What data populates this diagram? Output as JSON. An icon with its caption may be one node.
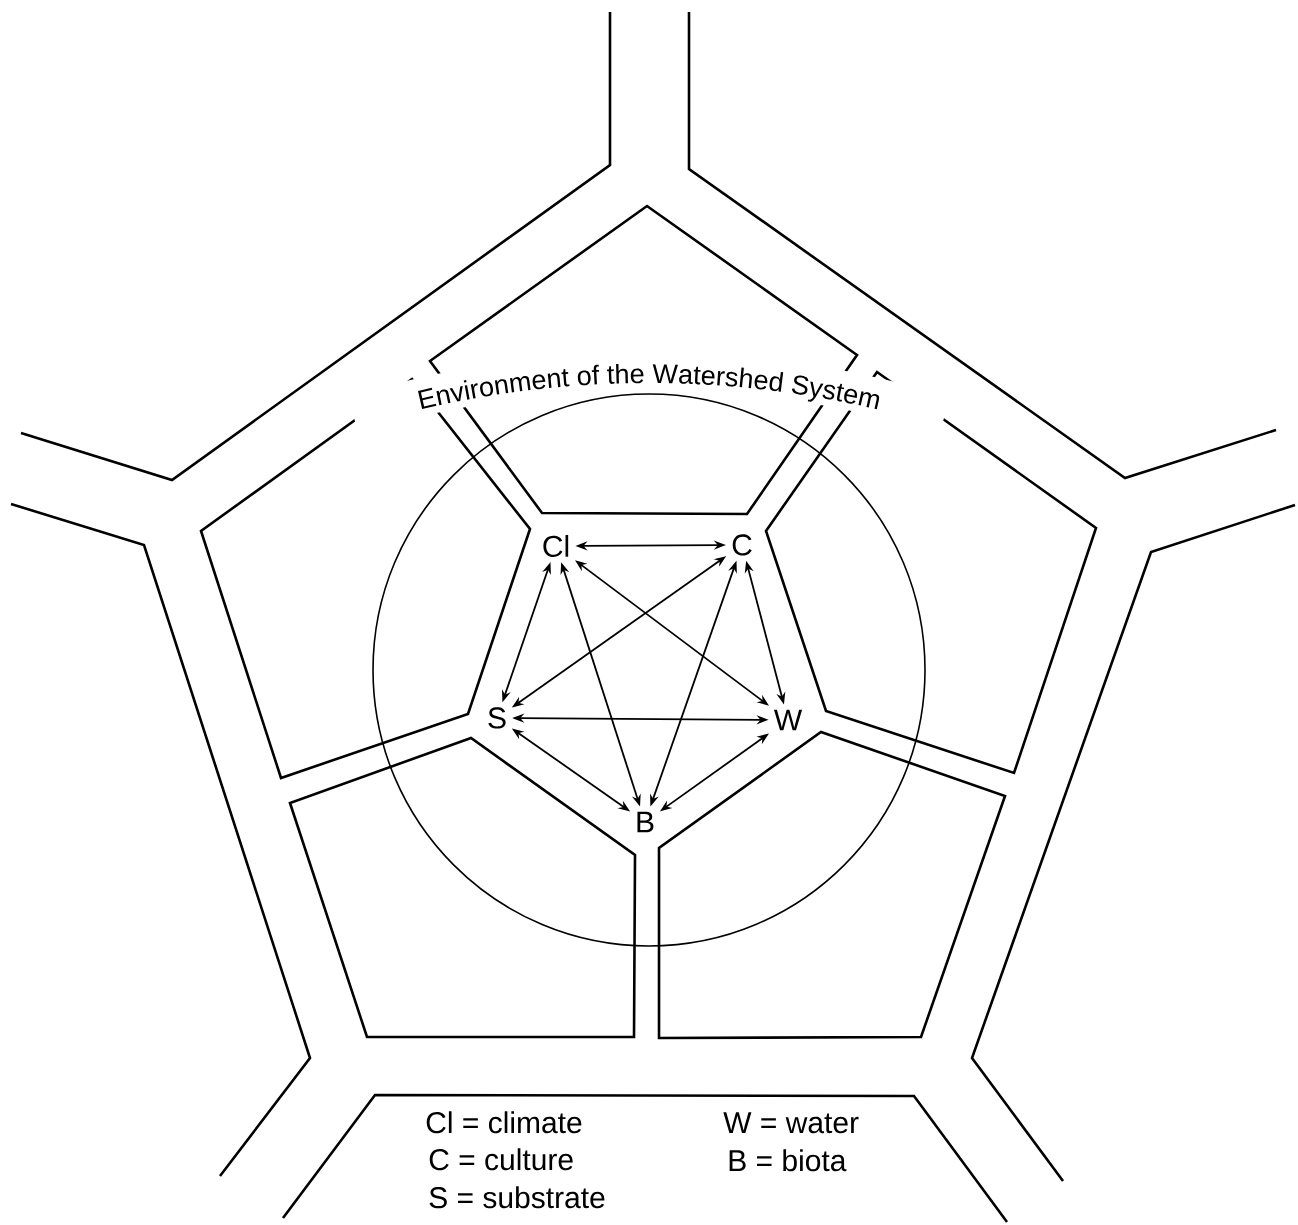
{
  "diagram": {
    "nodes": [
      {
        "text": [
          "Environment of the Watershed System"
        ]
      },
      {
        "text": [
          "Cl"
        ],
        "in": 0
      },
      {
        "text": [
          "C"
        ],
        "in": 0
      },
      {
        "text": [
          "S"
        ],
        "in": 0
      },
      {
        "text": [
          "W"
        ],
        "in": 0
      },
      {
        "text": [
          "B"
        ],
        "in": 0
      }
    ],
    "edges": [
      {
        "from": 1,
        "to": 2,
        "arrow": "both"
      },
      {
        "from": 1,
        "to": 3,
        "arrow": "both"
      },
      {
        "from": 1,
        "to": 4,
        "arrow": "both"
      },
      {
        "from": 1,
        "to": 5,
        "arrow": "both"
      },
      {
        "from": 2,
        "to": 3,
        "arrow": "both"
      },
      {
        "from": 2,
        "to": 4,
        "arrow": "both"
      },
      {
        "from": 2,
        "to": 5,
        "arrow": "both"
      },
      {
        "from": 3,
        "to": 4,
        "arrow": "both"
      },
      {
        "from": 3,
        "to": 5,
        "arrow": "both"
      },
      {
        "from": 4,
        "to": 5,
        "arrow": "both"
      }
    ],
    "labels": [
      "Cl = climate",
      "W = water",
      "C = culture",
      "B = biota",
      "S = substrate"
    ]
  }
}
